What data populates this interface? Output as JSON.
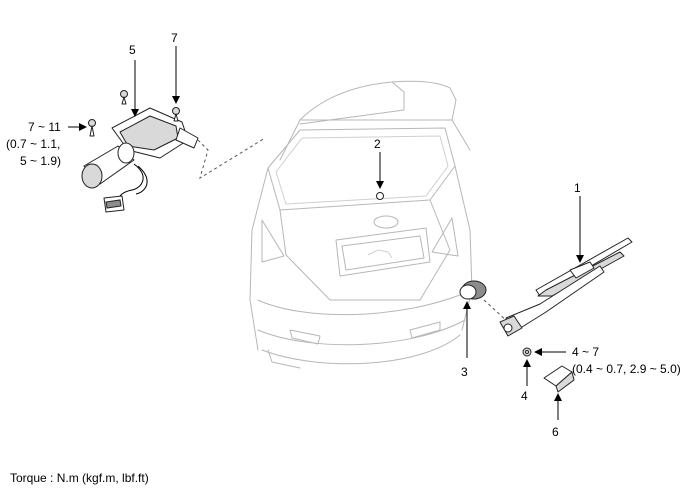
{
  "callouts": {
    "item1": "1",
    "item2": "2",
    "item3": "3",
    "item4": "4",
    "item5": "5",
    "item6": "6",
    "item7": "7"
  },
  "torques": {
    "motor_bolt_line1": "7 ~ 11",
    "motor_bolt_line2": "(0.7 ~ 1.1,",
    "motor_bolt_line3": "5 ~ 1.9)",
    "arm_nut_line1": "4 ~ 7",
    "arm_nut_line2": "(0.4 ~ 0.7, 2.9 ~ 5.0)"
  },
  "footer": {
    "torque_units": "Torque : N.m (kgf.m, lbf.ft)"
  }
}
